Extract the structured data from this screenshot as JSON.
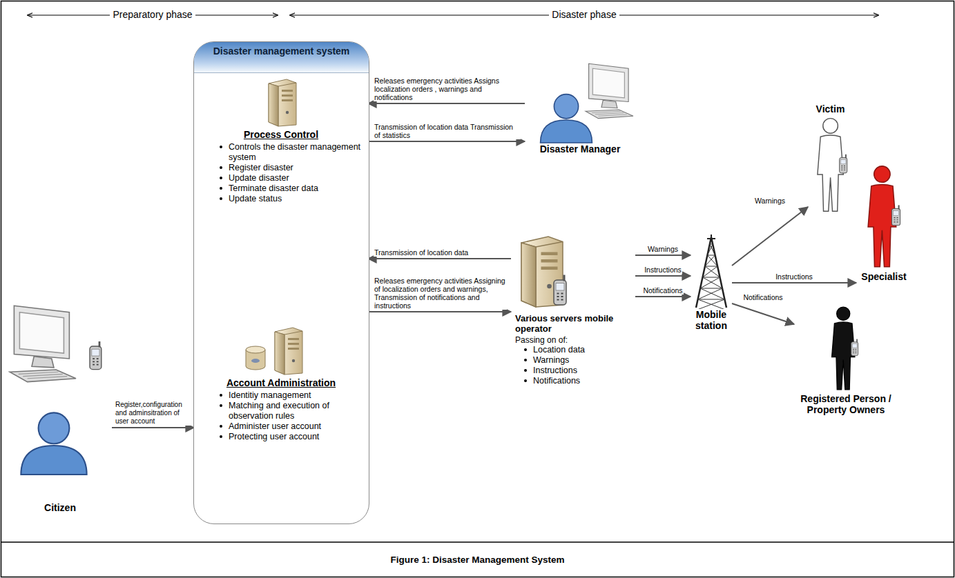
{
  "diagram": {
    "caption": "Figure 1: Disaster Management System",
    "nodes": [
      {
        "text": [
          "Disaster management system"
        ]
      },
      {
        "text": [
          "Process Control",
          "Controls the disaster management system",
          "Register disaster",
          "Update disaster",
          "Terminate disaster data",
          "Update status"
        ],
        "in": 0
      },
      {
        "text": [
          "Account Administration",
          "Identitiy management",
          "Matching and execution of observation rules",
          "Administer user account",
          "Protecting user account"
        ],
        "in": 0
      },
      {
        "text": [
          "Disaster Manager"
        ]
      },
      {
        "text": [
          "Citizen"
        ]
      },
      {
        "text": [
          "Various servers mobile operator",
          "Passing on of:",
          "Location data",
          "Warnings",
          "Instructions",
          "Notifications"
        ]
      },
      {
        "text": [
          "Mobile station"
        ]
      },
      {
        "text": [
          "Victim"
        ]
      },
      {
        "text": [
          "Specialist"
        ]
      },
      {
        "text": [
          "Registered Person / Property Owners"
        ]
      }
    ],
    "edges": [
      {
        "from": 3,
        "to": 1,
        "label": "Releases emergency activities Assigns localization orders , warnings and notifications",
        "arrow": "to"
      },
      {
        "from": 1,
        "to": 3,
        "label": "Transmission of location data Transmission of statistics",
        "arrow": "to"
      },
      {
        "from": 5,
        "to": 1,
        "label": "Transmission of location data",
        "arrow": "to"
      },
      {
        "from": 1,
        "to": 5,
        "label": "Releases emergency activities Assigning of localization orders and warnings, Transmission of notifications and instructions",
        "arrow": "to"
      },
      {
        "from": 4,
        "to": 2,
        "label": "Register,configuration and adminsitration of user account",
        "arrow": "to"
      },
      {
        "from": 5,
        "to": 6,
        "label": "Warnings",
        "arrow": "to"
      },
      {
        "from": 5,
        "to": 6,
        "label": "Instructions",
        "arrow": "to"
      },
      {
        "from": 5,
        "to": 6,
        "label": "Notifications",
        "arrow": "to"
      },
      {
        "from": 6,
        "to": 7,
        "label": "Warnings",
        "arrow": "to"
      },
      {
        "from": 6,
        "to": 8,
        "label": "Instructions",
        "arrow": "to"
      },
      {
        "from": 6,
        "to": 9,
        "label": "Notifications",
        "arrow": "to"
      }
    ],
    "labels": [
      "Preparatory phase",
      "Disaster phase"
    ]
  }
}
